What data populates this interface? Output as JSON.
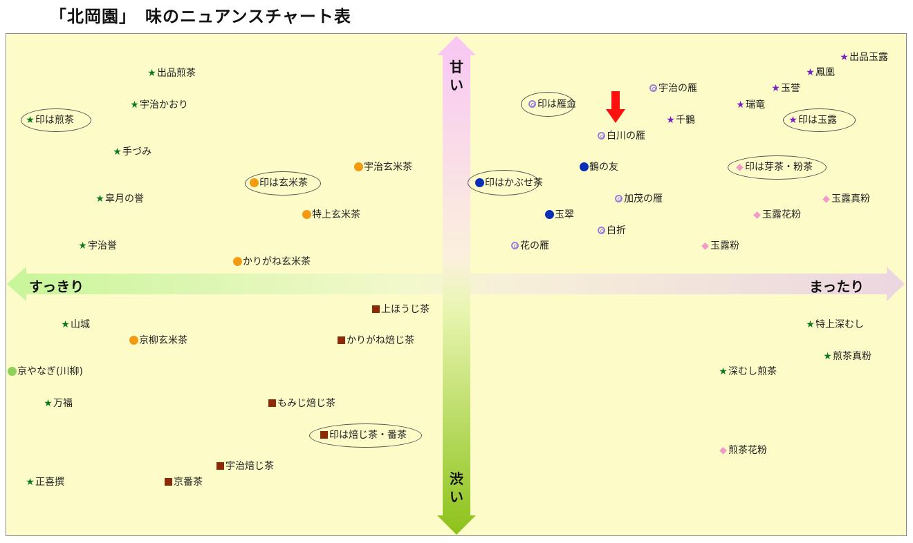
{
  "title": "「北岡園」　味のニュアンスチャート表",
  "axes": {
    "top": "甘い",
    "bottom": "渋い",
    "left": "すっきり",
    "right": "まったり"
  },
  "colors": {
    "green_star": "#0b7a1e",
    "purple_star": "#7a1fc0",
    "orange": "#f39a12",
    "blue": "#0a2fb5",
    "ring": "#9b7fe0",
    "pink": "#f29ac8",
    "brown": "#8b2a08",
    "light_green": "#8fcf5a",
    "highlight_arrow": "#ff1010"
  },
  "items": [
    {
      "label": "出品煎茶",
      "marker": "star",
      "color": "green_star"
    },
    {
      "label": "宇治かおり",
      "marker": "star",
      "color": "green_star"
    },
    {
      "label": "印は煎茶",
      "marker": "star",
      "color": "green_star",
      "circled": true
    },
    {
      "label": "手づみ",
      "marker": "star",
      "color": "green_star"
    },
    {
      "label": "宇治玄米茶",
      "marker": "circle",
      "color": "orange"
    },
    {
      "label": "印は玄米茶",
      "marker": "circle",
      "color": "orange",
      "circled": true
    },
    {
      "label": "皐月の誉",
      "marker": "star",
      "color": "green_star"
    },
    {
      "label": "特上玄米茶",
      "marker": "circle",
      "color": "orange"
    },
    {
      "label": "宇治誉",
      "marker": "star",
      "color": "green_star"
    },
    {
      "label": "かりがね玄米茶",
      "marker": "circle",
      "color": "orange"
    },
    {
      "label": "出品玉露",
      "marker": "star",
      "color": "purple_star"
    },
    {
      "label": "鳳凰",
      "marker": "star",
      "color": "purple_star"
    },
    {
      "label": "玉誉",
      "marker": "star",
      "color": "purple_star"
    },
    {
      "label": "瑞竜",
      "marker": "star",
      "color": "purple_star"
    },
    {
      "label": "印は玉露",
      "marker": "star",
      "color": "purple_star",
      "circled": true
    },
    {
      "label": "千鶴",
      "marker": "star",
      "color": "purple_star"
    },
    {
      "label": "宇治の雁",
      "marker": "ring",
      "color": "ring"
    },
    {
      "label": "印は雁金",
      "marker": "ring",
      "color": "ring",
      "circled": true
    },
    {
      "label": "白川の雁",
      "marker": "ring",
      "color": "ring",
      "highlighted": true
    },
    {
      "label": "鶴の友",
      "marker": "circle",
      "color": "blue"
    },
    {
      "label": "印はかぶせ茶",
      "marker": "circle",
      "color": "blue",
      "circled": true
    },
    {
      "label": "加茂の雁",
      "marker": "ring",
      "color": "ring"
    },
    {
      "label": "玉翠",
      "marker": "circle",
      "color": "blue"
    },
    {
      "label": "白折",
      "marker": "ring",
      "color": "ring"
    },
    {
      "label": "花の雁",
      "marker": "ring",
      "color": "ring"
    },
    {
      "label": "印は芽茶・粉茶",
      "marker": "diamond",
      "color": "pink",
      "circled": true
    },
    {
      "label": "玉露真粉",
      "marker": "diamond",
      "color": "pink"
    },
    {
      "label": "玉露花粉",
      "marker": "diamond",
      "color": "pink"
    },
    {
      "label": "玉露粉",
      "marker": "diamond",
      "color": "pink"
    },
    {
      "label": "上ほうじ茶",
      "marker": "square",
      "color": "brown"
    },
    {
      "label": "山城",
      "marker": "star",
      "color": "green_star"
    },
    {
      "label": "京柳玄米茶",
      "marker": "circle",
      "color": "orange"
    },
    {
      "label": "かりがね焙じ茶",
      "marker": "square",
      "color": "brown"
    },
    {
      "label": "京やなぎ(川柳)",
      "marker": "circle",
      "color": "light_green"
    },
    {
      "label": "万福",
      "marker": "star",
      "color": "green_star"
    },
    {
      "label": "もみじ焙じ茶",
      "marker": "square",
      "color": "brown"
    },
    {
      "label": "印は焙じ茶・番茶",
      "marker": "square",
      "color": "brown",
      "circled": true
    },
    {
      "label": "宇治焙じ茶",
      "marker": "square",
      "color": "brown"
    },
    {
      "label": "正喜撰",
      "marker": "star",
      "color": "green_star"
    },
    {
      "label": "京番茶",
      "marker": "square",
      "color": "brown"
    },
    {
      "label": "特上深むし",
      "marker": "star",
      "color": "green_star"
    },
    {
      "label": "煎茶真粉",
      "marker": "star",
      "color": "green_star"
    },
    {
      "label": "深むし煎茶",
      "marker": "star",
      "color": "green_star"
    },
    {
      "label": "煎茶花粉",
      "marker": "diamond",
      "color": "pink"
    }
  ]
}
